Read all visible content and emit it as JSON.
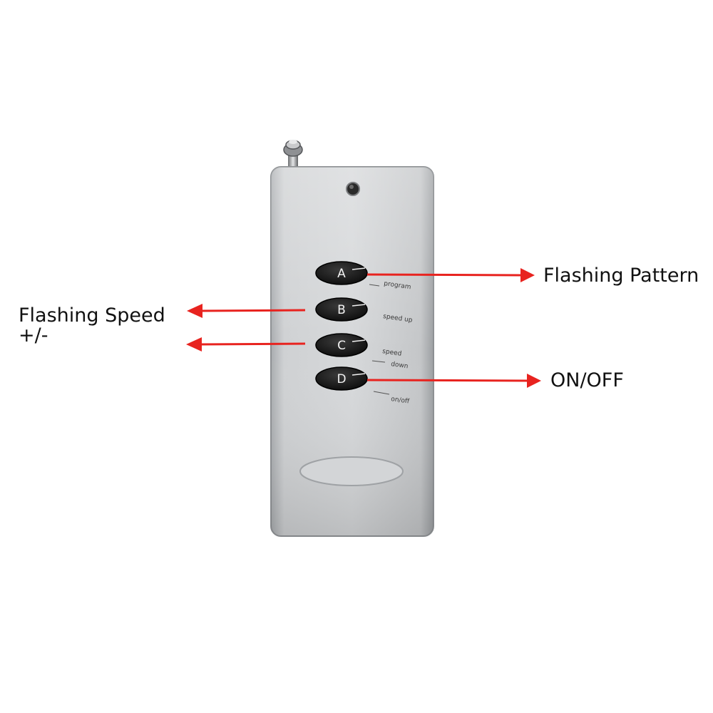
{
  "callouts": {
    "flashing_pattern": "Flashing Pattern",
    "flashing_speed": "Flashing Speed",
    "speed_sign": "+/-",
    "on_off": "ON/OFF"
  },
  "remote": {
    "buttons": [
      {
        "letter": "A",
        "caption": "program"
      },
      {
        "letter": "B",
        "caption": "speed up"
      },
      {
        "letter": "C",
        "caption": "speed"
      },
      {
        "letter": "D",
        "caption": "on/off"
      }
    ],
    "button_c_caption_2": "down"
  },
  "colors": {
    "arrow": "#e8231f",
    "remote_body": "#c9cbcd",
    "button": "#1a1a1a",
    "label_text": "#111111"
  },
  "icons": {
    "antenna": "antenna-icon",
    "led": "led-indicator-icon",
    "arrow": "arrow-right-icon / arrow-left-icon"
  }
}
